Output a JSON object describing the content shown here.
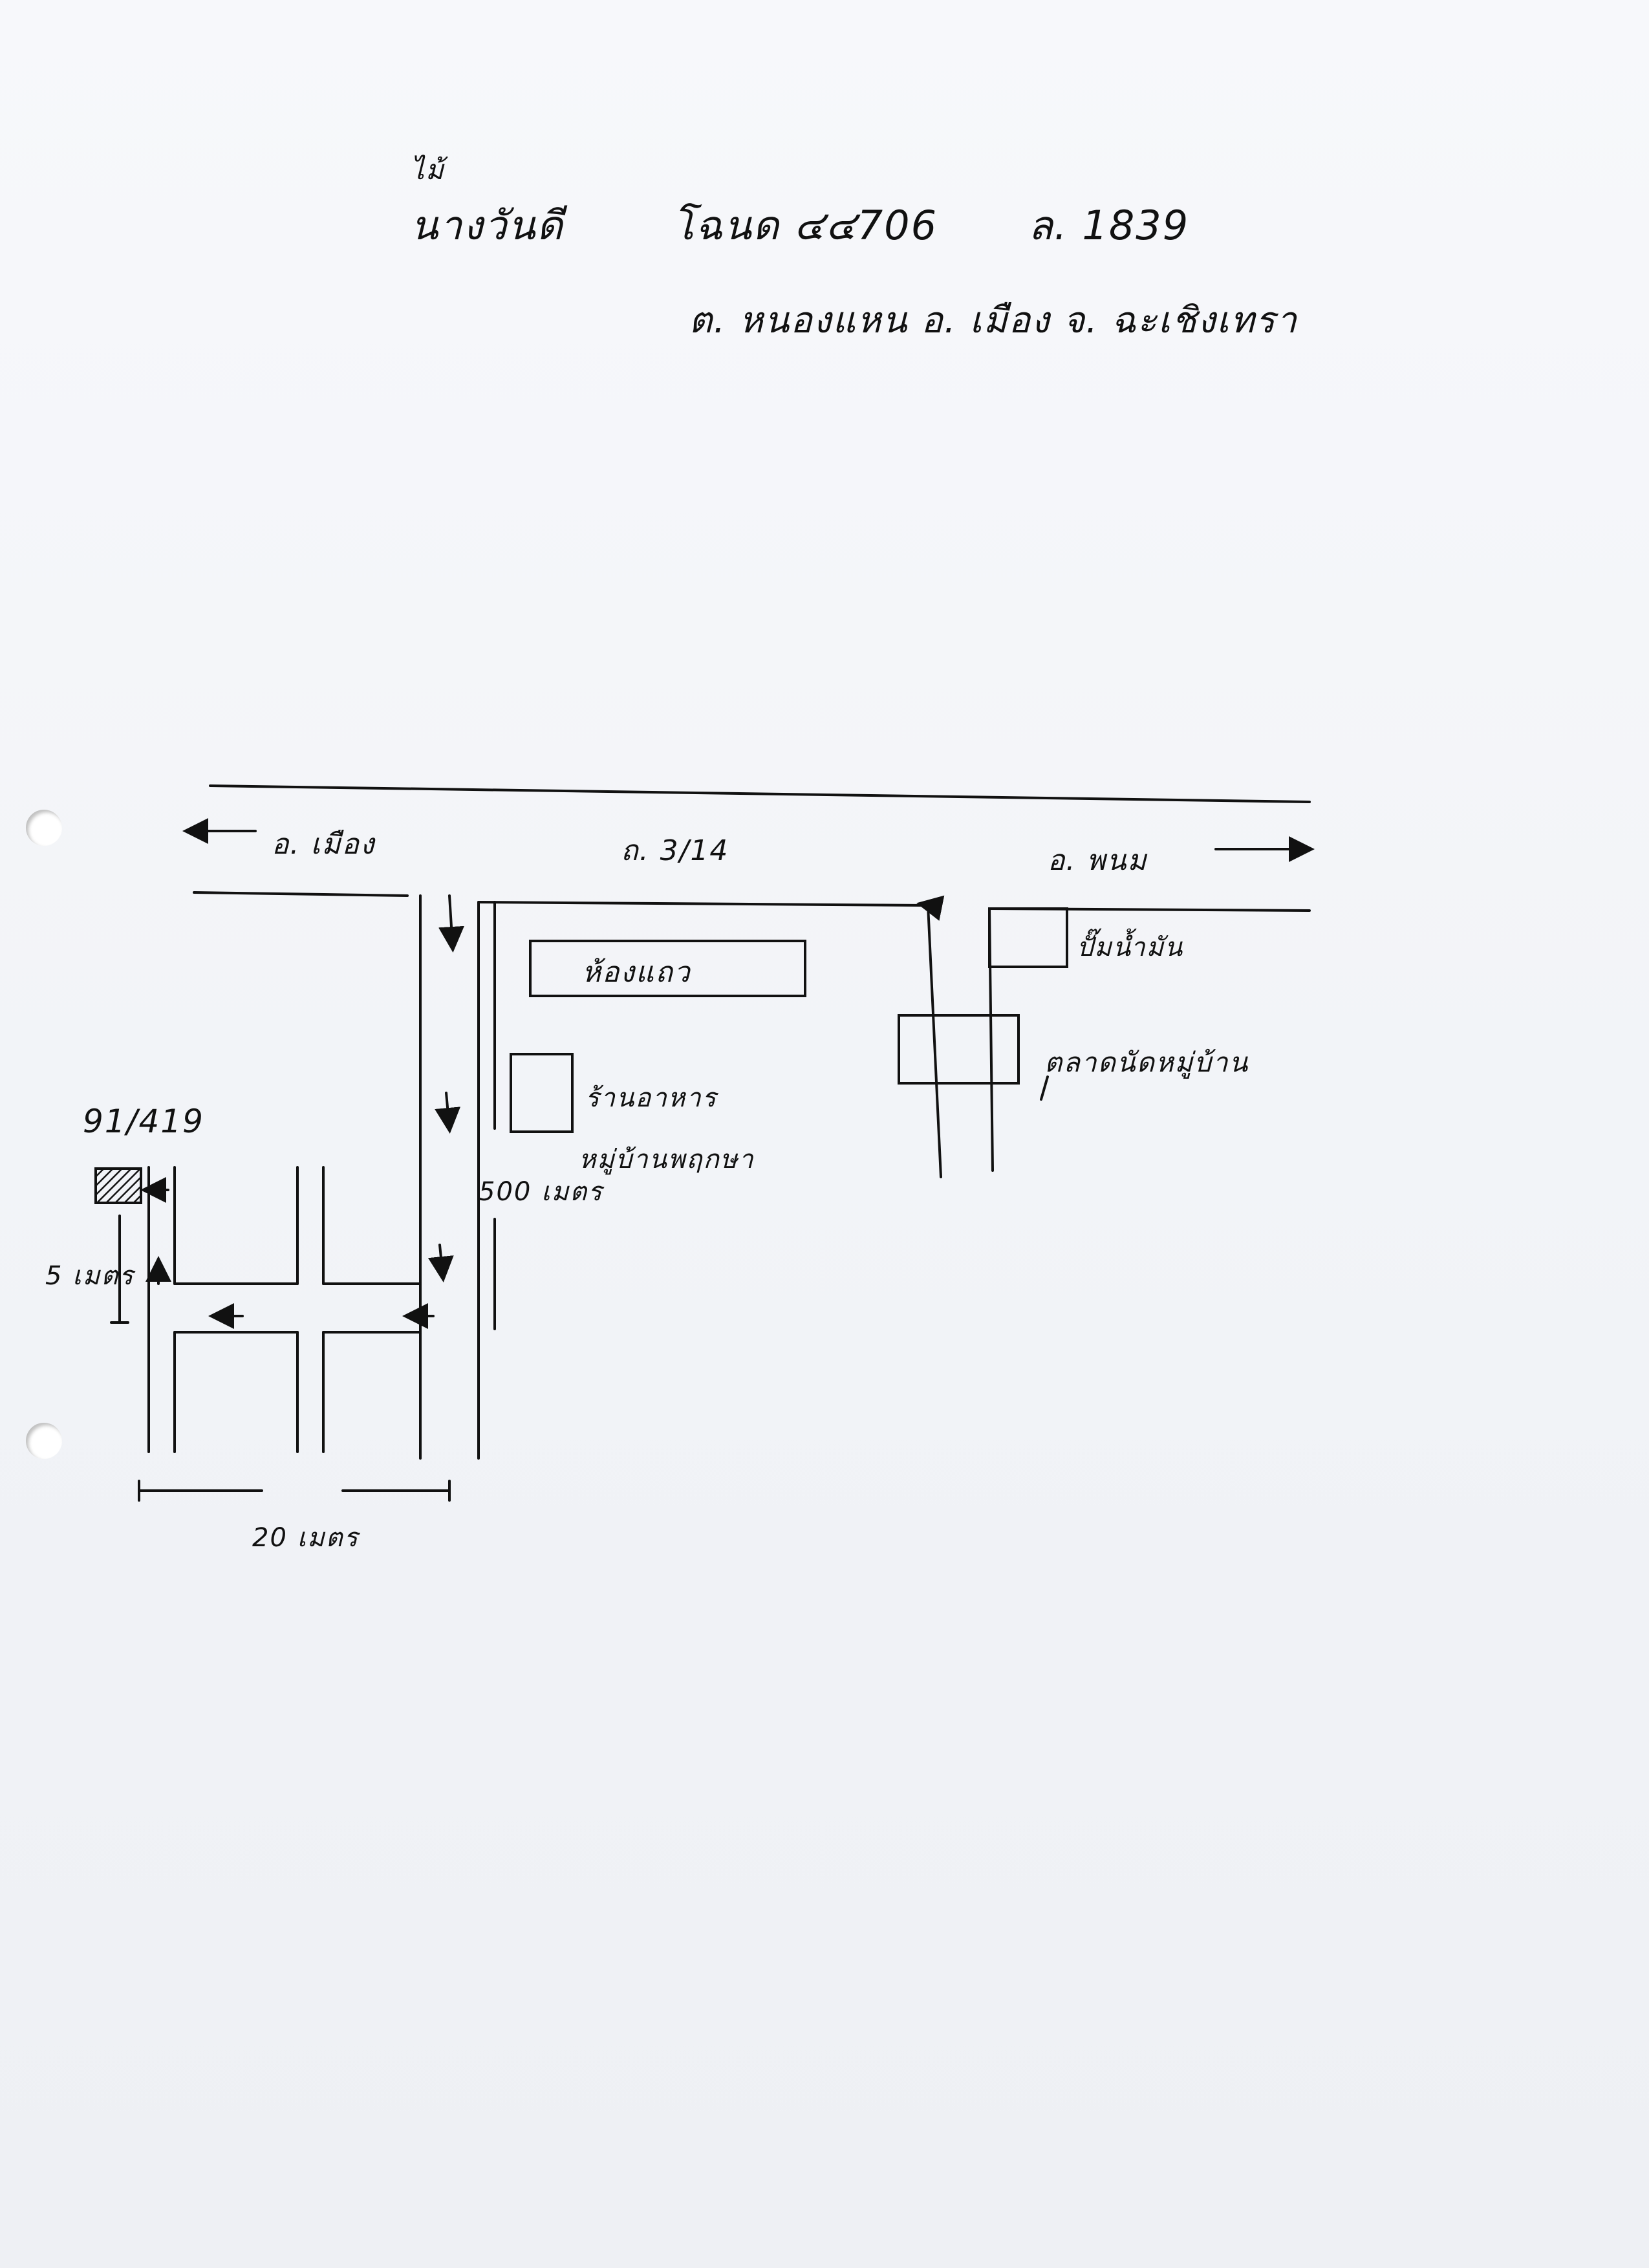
{
  "header": {
    "line1": {
      "mark": "ไม้",
      "name": "นางวันดี",
      "deed": "โฉนด ๔๔706",
      "plot": "ล. 1839"
    },
    "line2": "ต. หนองแหน อ. เมือง จ. ฉะเชิงเทรา"
  },
  "map": {
    "road": "ถ. 3/14",
    "to_left": "อ. เมือง",
    "to_right": "อ. พนม",
    "school": "ห้องแถว",
    "shop": "ร้านอาหาร",
    "village": "หมู่บ้านพฤกษา",
    "gas_station": "ปั๊มน้ำมัน",
    "market": "ตลาดนัดหมู่บ้าน",
    "house_no": "91/419",
    "dist_500": "500 เมตร",
    "dist_side": "5 เมตร",
    "dist_bottom": "20 เมตร"
  },
  "colors": {
    "ink": "#111111",
    "paper": "#f4f5f8"
  }
}
